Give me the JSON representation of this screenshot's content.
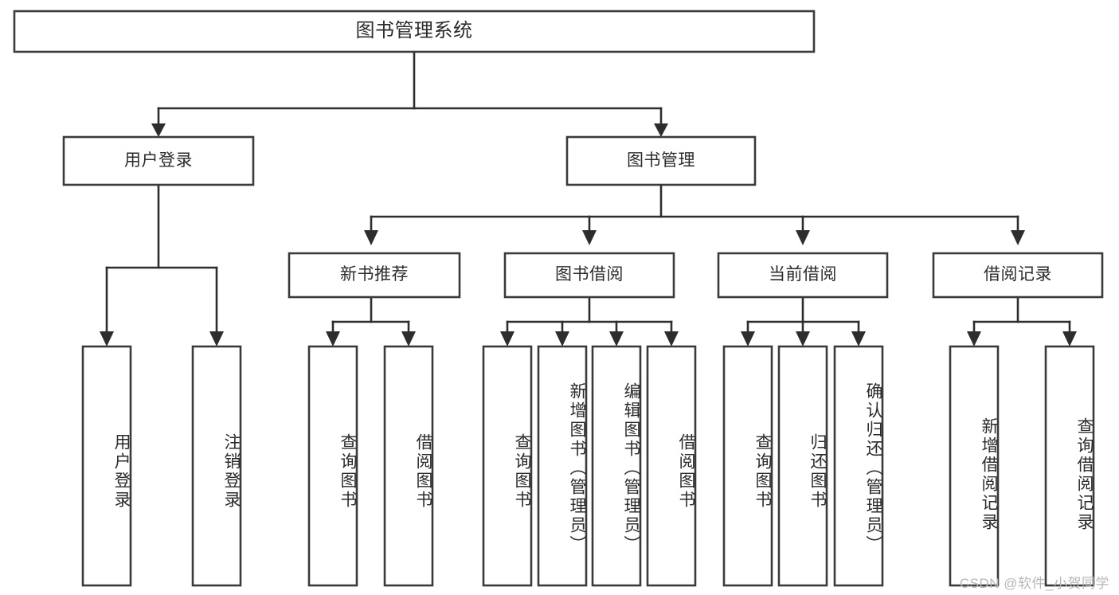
{
  "diagram": {
    "type": "tree",
    "title": "图书管理系统",
    "watermark": "CSDN @软件_小贺同学",
    "root": {
      "id": "root",
      "label": "图书管理系统"
    },
    "level2": [
      {
        "id": "user-login",
        "label": "用户登录"
      },
      {
        "id": "book-manage",
        "label": "图书管理"
      }
    ],
    "level3": [
      {
        "id": "new-book-recommend",
        "label": "新书推荐",
        "parent": "book-manage"
      },
      {
        "id": "book-borrow",
        "label": "图书借阅",
        "parent": "book-manage"
      },
      {
        "id": "current-borrow",
        "label": "当前借阅",
        "parent": "book-manage"
      },
      {
        "id": "borrow-record",
        "label": "借阅记录",
        "parent": "book-manage"
      }
    ],
    "leaves": [
      {
        "id": "leaf-user-login",
        "label": "用户登录",
        "parent": "user-login"
      },
      {
        "id": "leaf-user-logout",
        "label": "注销登录",
        "parent": "user-login"
      },
      {
        "id": "leaf-query-book-1",
        "label": "查询图书",
        "parent": "new-book-recommend"
      },
      {
        "id": "leaf-borrow-book-1",
        "label": "借阅图书",
        "parent": "new-book-recommend"
      },
      {
        "id": "leaf-query-book-2",
        "label": "查询图书",
        "parent": "book-borrow"
      },
      {
        "id": "leaf-add-book",
        "label": "新增图书（管理员）",
        "parent": "book-borrow"
      },
      {
        "id": "leaf-edit-book",
        "label": "编辑图书（管理员）",
        "parent": "book-borrow"
      },
      {
        "id": "leaf-borrow-book-2",
        "label": "借阅图书",
        "parent": "book-borrow"
      },
      {
        "id": "leaf-query-book-3",
        "label": "查询图书",
        "parent": "current-borrow"
      },
      {
        "id": "leaf-return-book",
        "label": "归还图书",
        "parent": "current-borrow"
      },
      {
        "id": "leaf-confirm-return",
        "label": "确认归还（管理员）",
        "parent": "current-borrow"
      },
      {
        "id": "leaf-add-record",
        "label": "新增借阅记录",
        "parent": "borrow-record"
      },
      {
        "id": "leaf-query-record",
        "label": "查询借阅记录",
        "parent": "borrow-record"
      }
    ],
    "colors": {
      "box_stroke": "#3a3a3a",
      "box_fill": "#ffffff",
      "connector": "#2d2d2d",
      "text": "#2b2b2b",
      "watermark": "#b7b7b7",
      "background": "#ffffff"
    }
  }
}
